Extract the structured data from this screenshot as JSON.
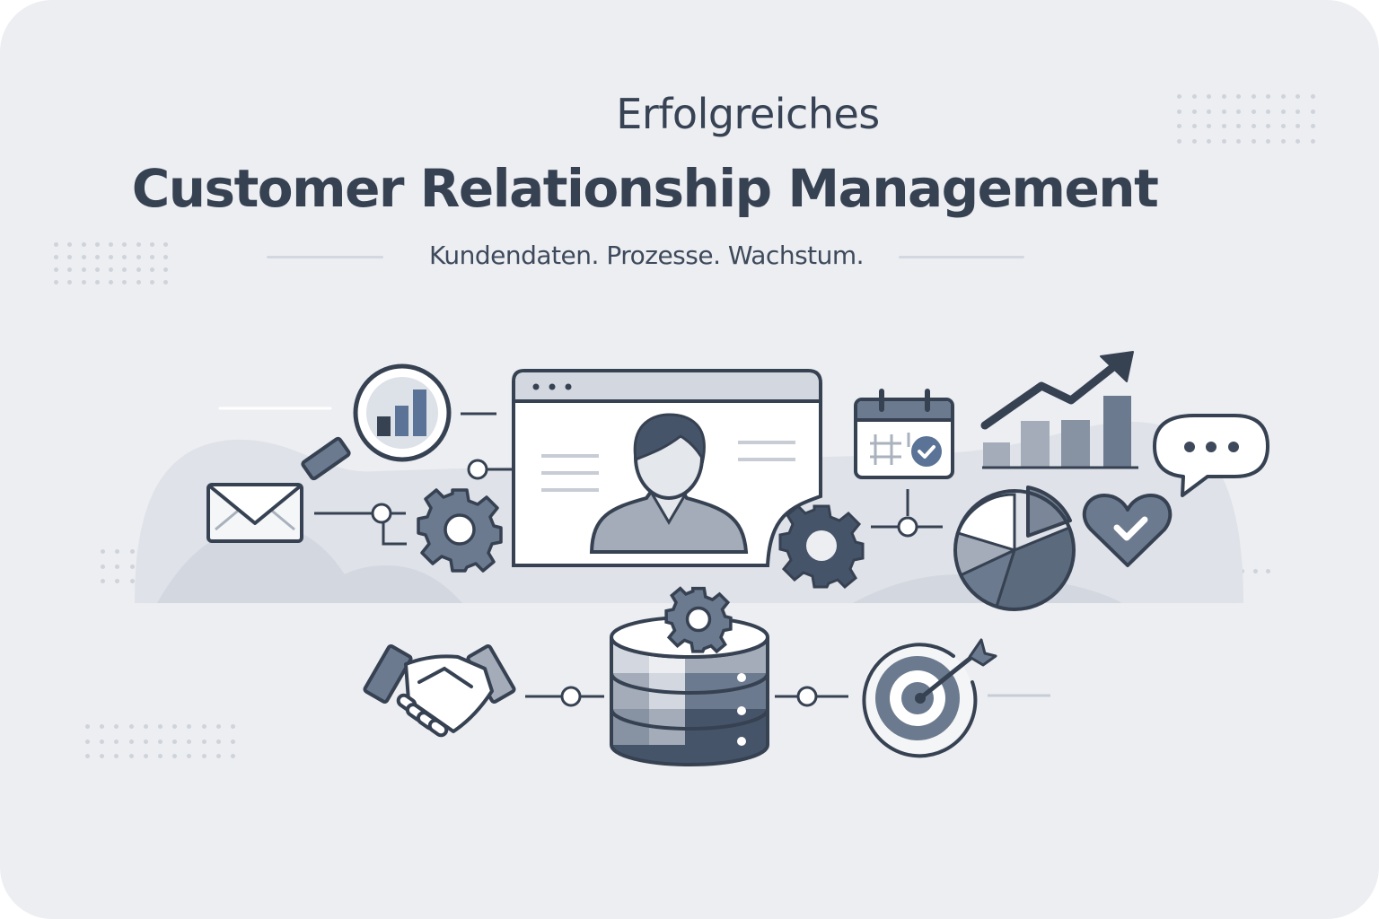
{
  "header": {
    "eyebrow": "Erfolgreiches",
    "title": "Customer Relationship Management",
    "tagline": "Kundendaten. Prozesse. Wachstum."
  },
  "illustration": {
    "icons": [
      "magnifier-chart-icon",
      "envelope-icon",
      "gear-icon",
      "browser-profile-icon",
      "calendar-check-icon",
      "growth-bar-chart-icon",
      "speech-bubble-icon",
      "pie-chart-icon",
      "heart-check-icon",
      "handshake-icon",
      "database-gear-icon",
      "target-arrow-icon"
    ]
  },
  "colors": {
    "background": "#eceef2",
    "ink": "#364152",
    "slate": "#6b7a8f",
    "accent_blue": "#5a7396",
    "light_fill": "#dde1e8"
  }
}
